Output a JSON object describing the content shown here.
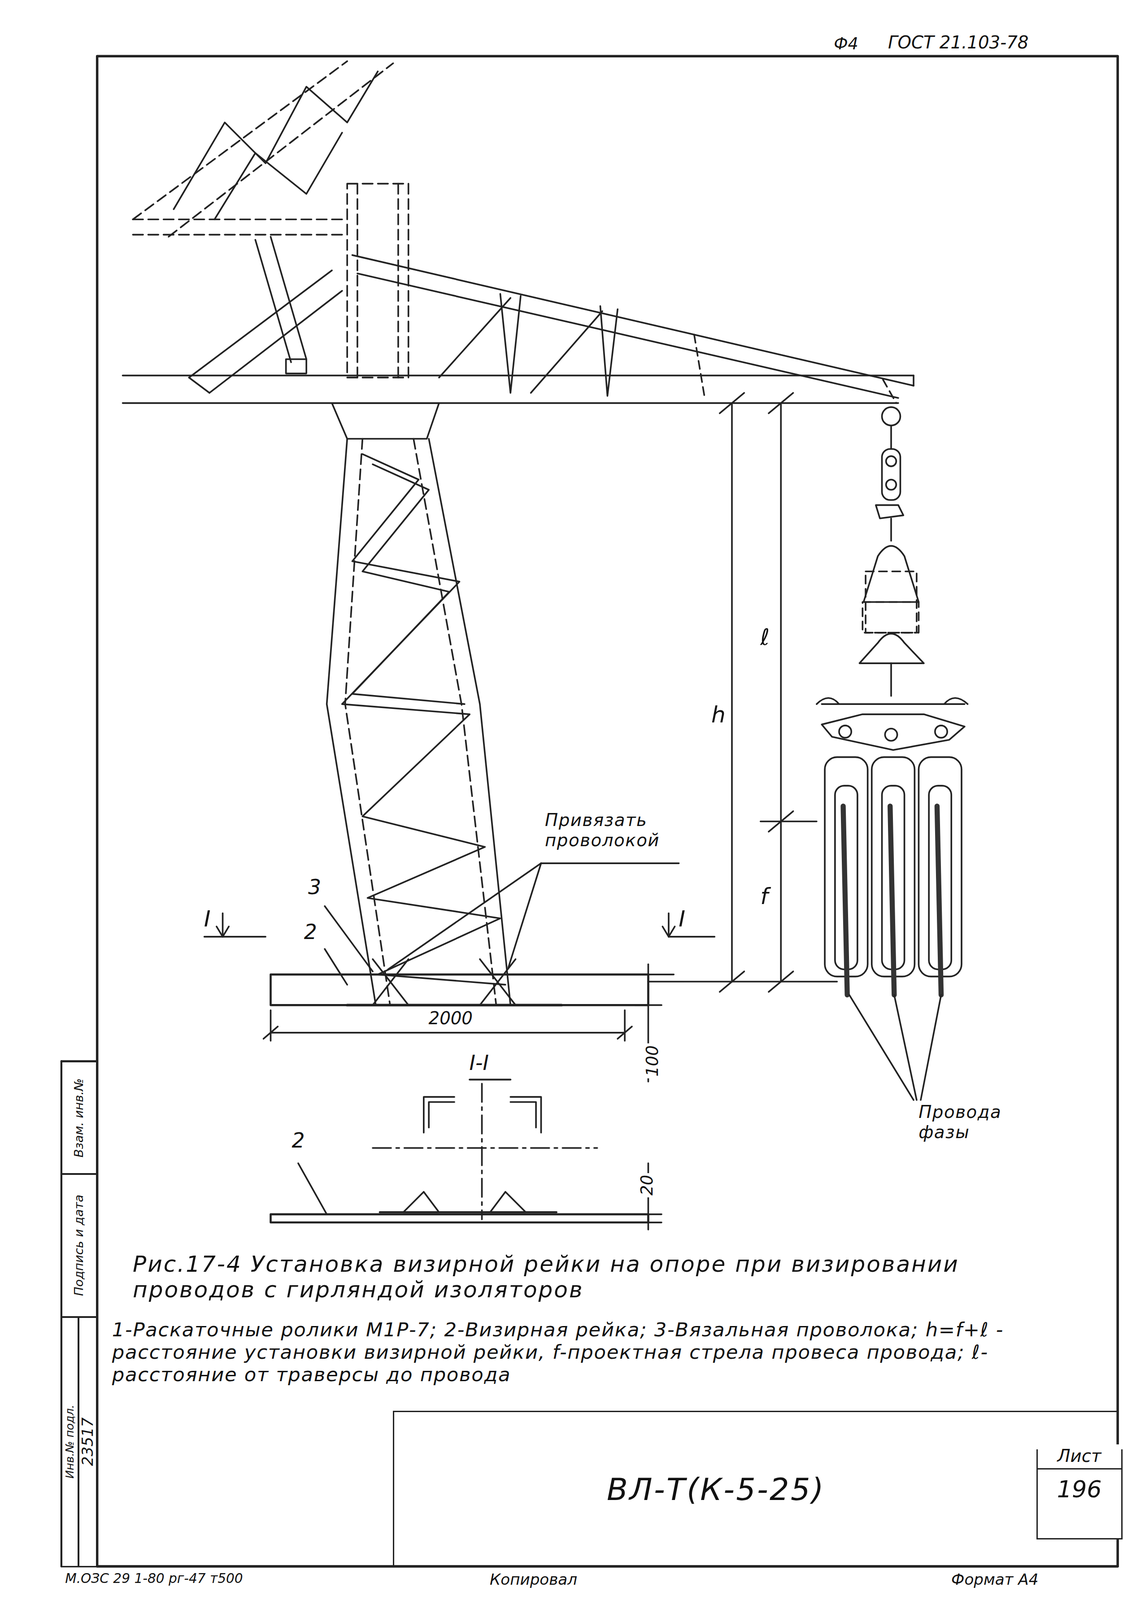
{
  "diagram": {
    "caption": "Рис.17-4 Установка визирной рейки на опоре при визировании проводов с гирляндой изоляторов",
    "nodes": [
      {
        "text": [
          "ВЛ-Т(К-5-25)"
        ]
      },
      {
        "text": [
          "Лист",
          "196"
        ]
      },
      {
        "text": [
          "Взам. инв.№"
        ]
      },
      {
        "text": [
          "Подпись и дата"
        ]
      },
      {
        "text": [
          "Инв.№ подл."
        ]
      },
      {
        "text": [
          "23517"
        ]
      }
    ],
    "labels": [
      "Ф4",
      "ГОСТ 21.103-78",
      "h",
      "ℓ",
      "f",
      "Привязать проволокой",
      "3",
      "2",
      "I",
      "I",
      "2000",
      "100",
      "I-I",
      "2",
      "20",
      "Провода фазы",
      "1-Раскаточные ролики М1Р-7; 2-Визирная рейка; 3-Вязальная проволока; h=f+ℓ - расстояние установки визирной рейки, f-проектная стрела провеса провода; ℓ-расстояние от траверсы до провода",
      "М.ОЗС 29 1-80 рг-47 т500",
      "Копировал",
      "Формат А4"
    ]
  }
}
